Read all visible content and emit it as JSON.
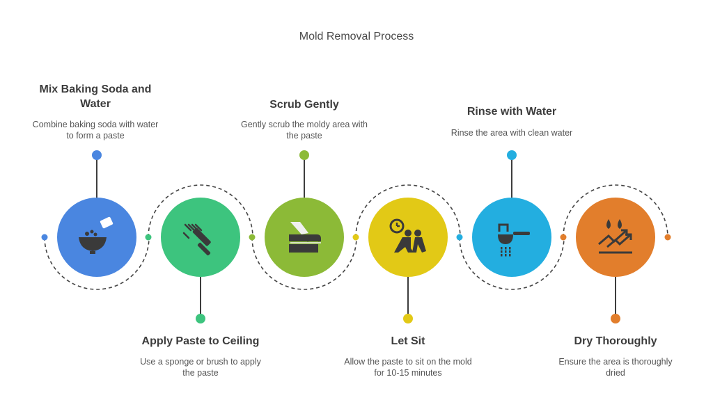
{
  "title": "Mold Removal Process",
  "colors": {
    "line": "#3d3d3d",
    "dash": "#444444",
    "icon": "#3a3a3a"
  },
  "steps": [
    {
      "title": "Mix Baking Soda and Water",
      "description": "Combine baking soda with water to form a paste",
      "color": "#4a86e0",
      "icon": "mixing-bowl-icon",
      "label_position": "top"
    },
    {
      "title": "Apply Paste to Ceiling",
      "description": "Use a sponge or brush to apply the paste",
      "color": "#3dc47e",
      "icon": "squeegee-icon",
      "label_position": "bottom"
    },
    {
      "title": "Scrub Gently",
      "description": "Gently scrub the moldy area with the paste",
      "color": "#8cba37",
      "icon": "scrub-brush-icon",
      "label_position": "top"
    },
    {
      "title": "Let Sit",
      "description": "Allow the paste to sit on the mold for 10-15 minutes",
      "color": "#e2c916",
      "icon": "waiting-clock-icon",
      "label_position": "bottom"
    },
    {
      "title": "Rinse with Water",
      "description": "Rinse the area with clean water",
      "color": "#23aee0",
      "icon": "shower-rinse-icon",
      "label_position": "top"
    },
    {
      "title": "Dry Thoroughly",
      "description": "Ensure the area is thoroughly dried",
      "color": "#e27e2c",
      "icon": "drying-icon",
      "label_position": "bottom"
    }
  ]
}
